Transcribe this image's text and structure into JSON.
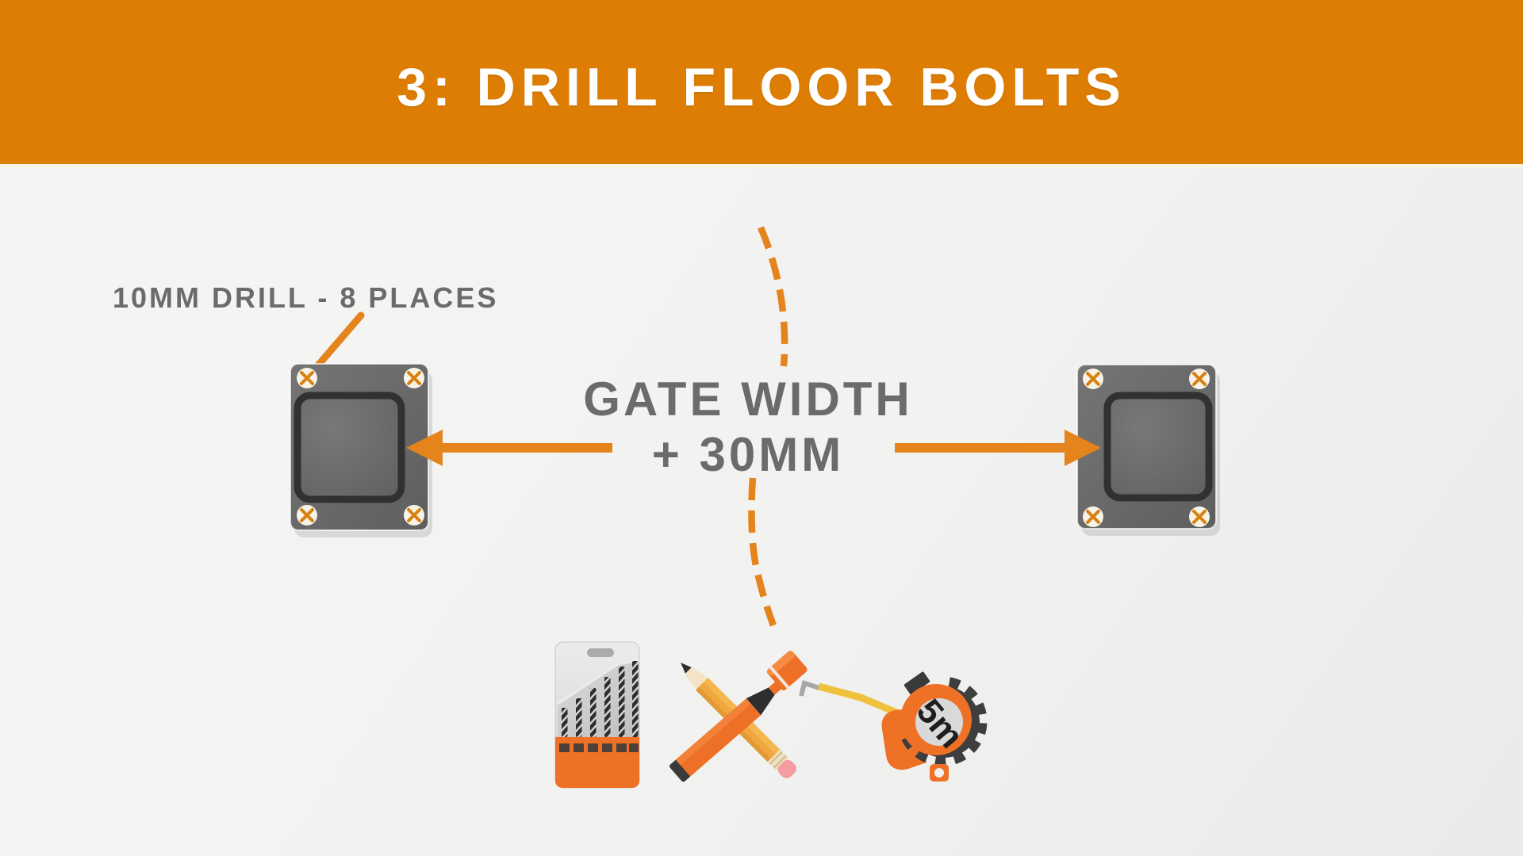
{
  "header": {
    "title": "3: DRILL FLOOR BOLTS"
  },
  "annotations": {
    "drill_note": "10MM DRILL - 8 PLACES",
    "gate_width_line1": "GATE WIDTH",
    "gate_width_line2": "+ 30MM"
  },
  "plates": {
    "left": {
      "name": "floor-plate-left",
      "screw_count": 4
    },
    "right": {
      "name": "floor-plate-right",
      "screw_count": 4
    }
  },
  "tools": {
    "tape_label": "5m",
    "items": [
      {
        "name": "drill-bit-set"
      },
      {
        "name": "pencil-and-marker"
      },
      {
        "name": "tape-measure"
      }
    ]
  },
  "colors": {
    "header_orange": "#de7d04",
    "accent_orange": "#e5831c",
    "tool_orange": "#ee7125",
    "plate_gray": "#6b6b6b",
    "pad_ring": "#313131",
    "screw_face": "#f8f3e7",
    "text_gray": "#6b6b6b",
    "background": "#f2f2f1"
  }
}
